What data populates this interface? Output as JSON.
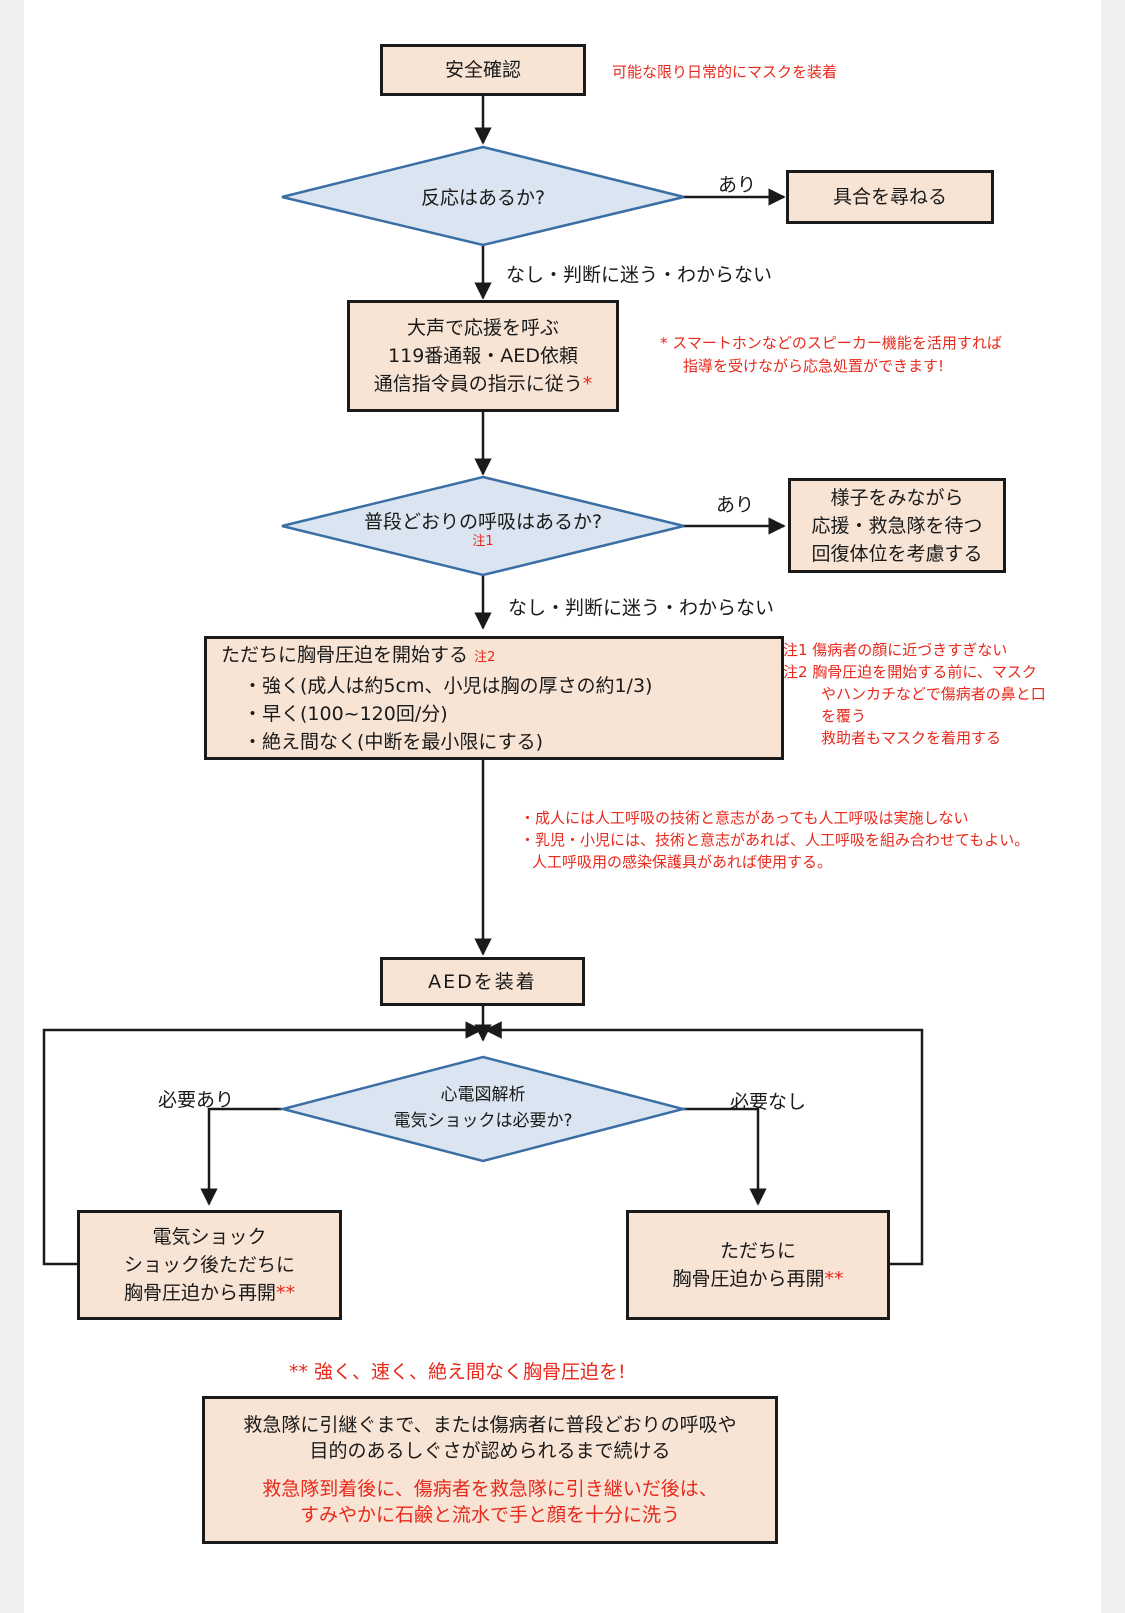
{
  "flow": {
    "safety_check": "安全確認",
    "mask_note": "可能な限り日常的にマスクを装着",
    "q_response": "反応はあるか?",
    "yes1": "あり",
    "ask_condition": "具合を尋ねる",
    "no_label": "なし・判断に迷う・わからない",
    "call_box": [
      "大声で応援を呼ぶ",
      "119番通報・AED依頼",
      "通信指令員の指示に従う"
    ],
    "call_star": "*",
    "smartphone_note": [
      "* スマートホンなどのスピーカー機能を活用すれば",
      "指導を受けながら応急処置ができます!"
    ],
    "q_breathing": "普段どおりの呼吸はあるか?",
    "q_breathing_note": "注1",
    "yes2": "あり",
    "watch_box": [
      "様子をみながら",
      "応援・救急隊を待つ",
      "回復体位を考慮する"
    ],
    "no_label2": "なし・判断に迷う・わからない",
    "cpr_title": "ただちに胸骨圧迫を開始する",
    "cpr_note_mark": "注2",
    "cpr_items": [
      "・強く(成人は約5cm、小児は胸の厚さの約1/3)",
      "・早く(100~120回/分)",
      "・絶え間なく(中断を最小限にする)"
    ],
    "notes_right": [
      "注1 傷病者の顔に近づきすぎない",
      "注2 胸骨圧迫を開始する前に、マスク",
      "やハンカチなどで傷病者の鼻と口",
      "を覆う",
      "救助者もマスクを着用する"
    ],
    "breath_notes": [
      "・成人には人工呼吸の技術と意志があっても人工呼吸は実施しない",
      "・乳児・小児には、技術と意志があれば、人工呼吸を組み合わせてもよい。",
      "人工呼吸用の感染保護具があれば使用する。"
    ],
    "aed_box": "AEDを装着",
    "q_ecg": [
      "心電図解析",
      "電気ショックは必要か?"
    ],
    "need_yes": "必要あり",
    "need_no": "必要なし",
    "shock_box": [
      "電気ショック",
      "ショック後ただちに",
      "胸骨圧迫から再開"
    ],
    "resume_box": [
      "ただちに",
      "胸骨圧迫から再開"
    ],
    "double_star": "**",
    "emphasis": "** 強く、速く、絶え間なく胸骨圧迫を!",
    "final_box": [
      "救急隊に引継ぐまで、または傷病者に普段どおりの呼吸や",
      "目的のあるしぐさが認められるまで続ける"
    ],
    "final_box_red": [
      "救急隊到着後に、傷病者を救急隊に引き継いだ後は、",
      "すみやかに石鹸と流水で手と顔を十分に洗う"
    ]
  },
  "colors": {
    "box_fill": "#f8e4d4",
    "diamond_fill": "#dbe5f1",
    "diamond_stroke": "#3a6ea5",
    "accent_red": "#e8291c",
    "line": "#1a1a1a"
  }
}
